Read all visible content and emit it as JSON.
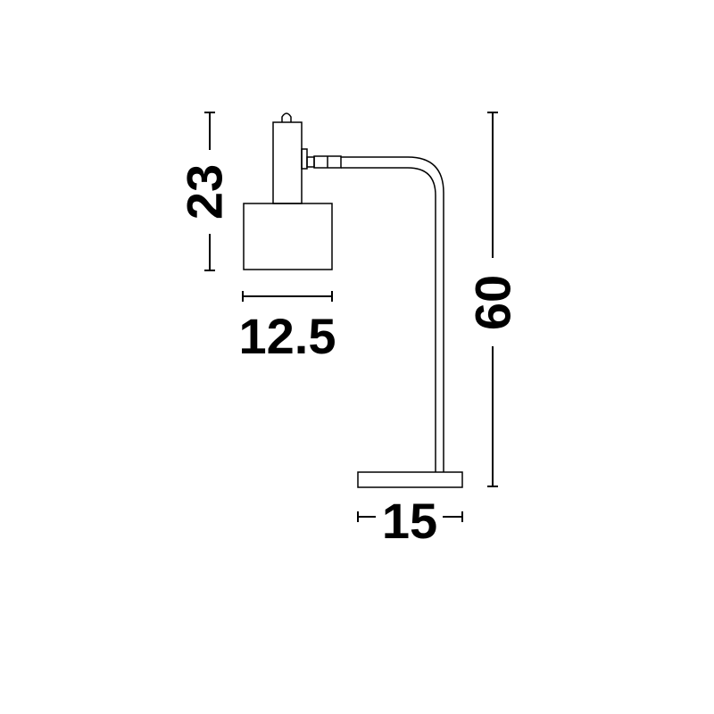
{
  "dimensions": {
    "shade_height": "23",
    "shade_width": "12.5",
    "total_height": "60",
    "base_width": "15"
  },
  "colors": {
    "stroke": "#000000",
    "background": "#ffffff"
  }
}
